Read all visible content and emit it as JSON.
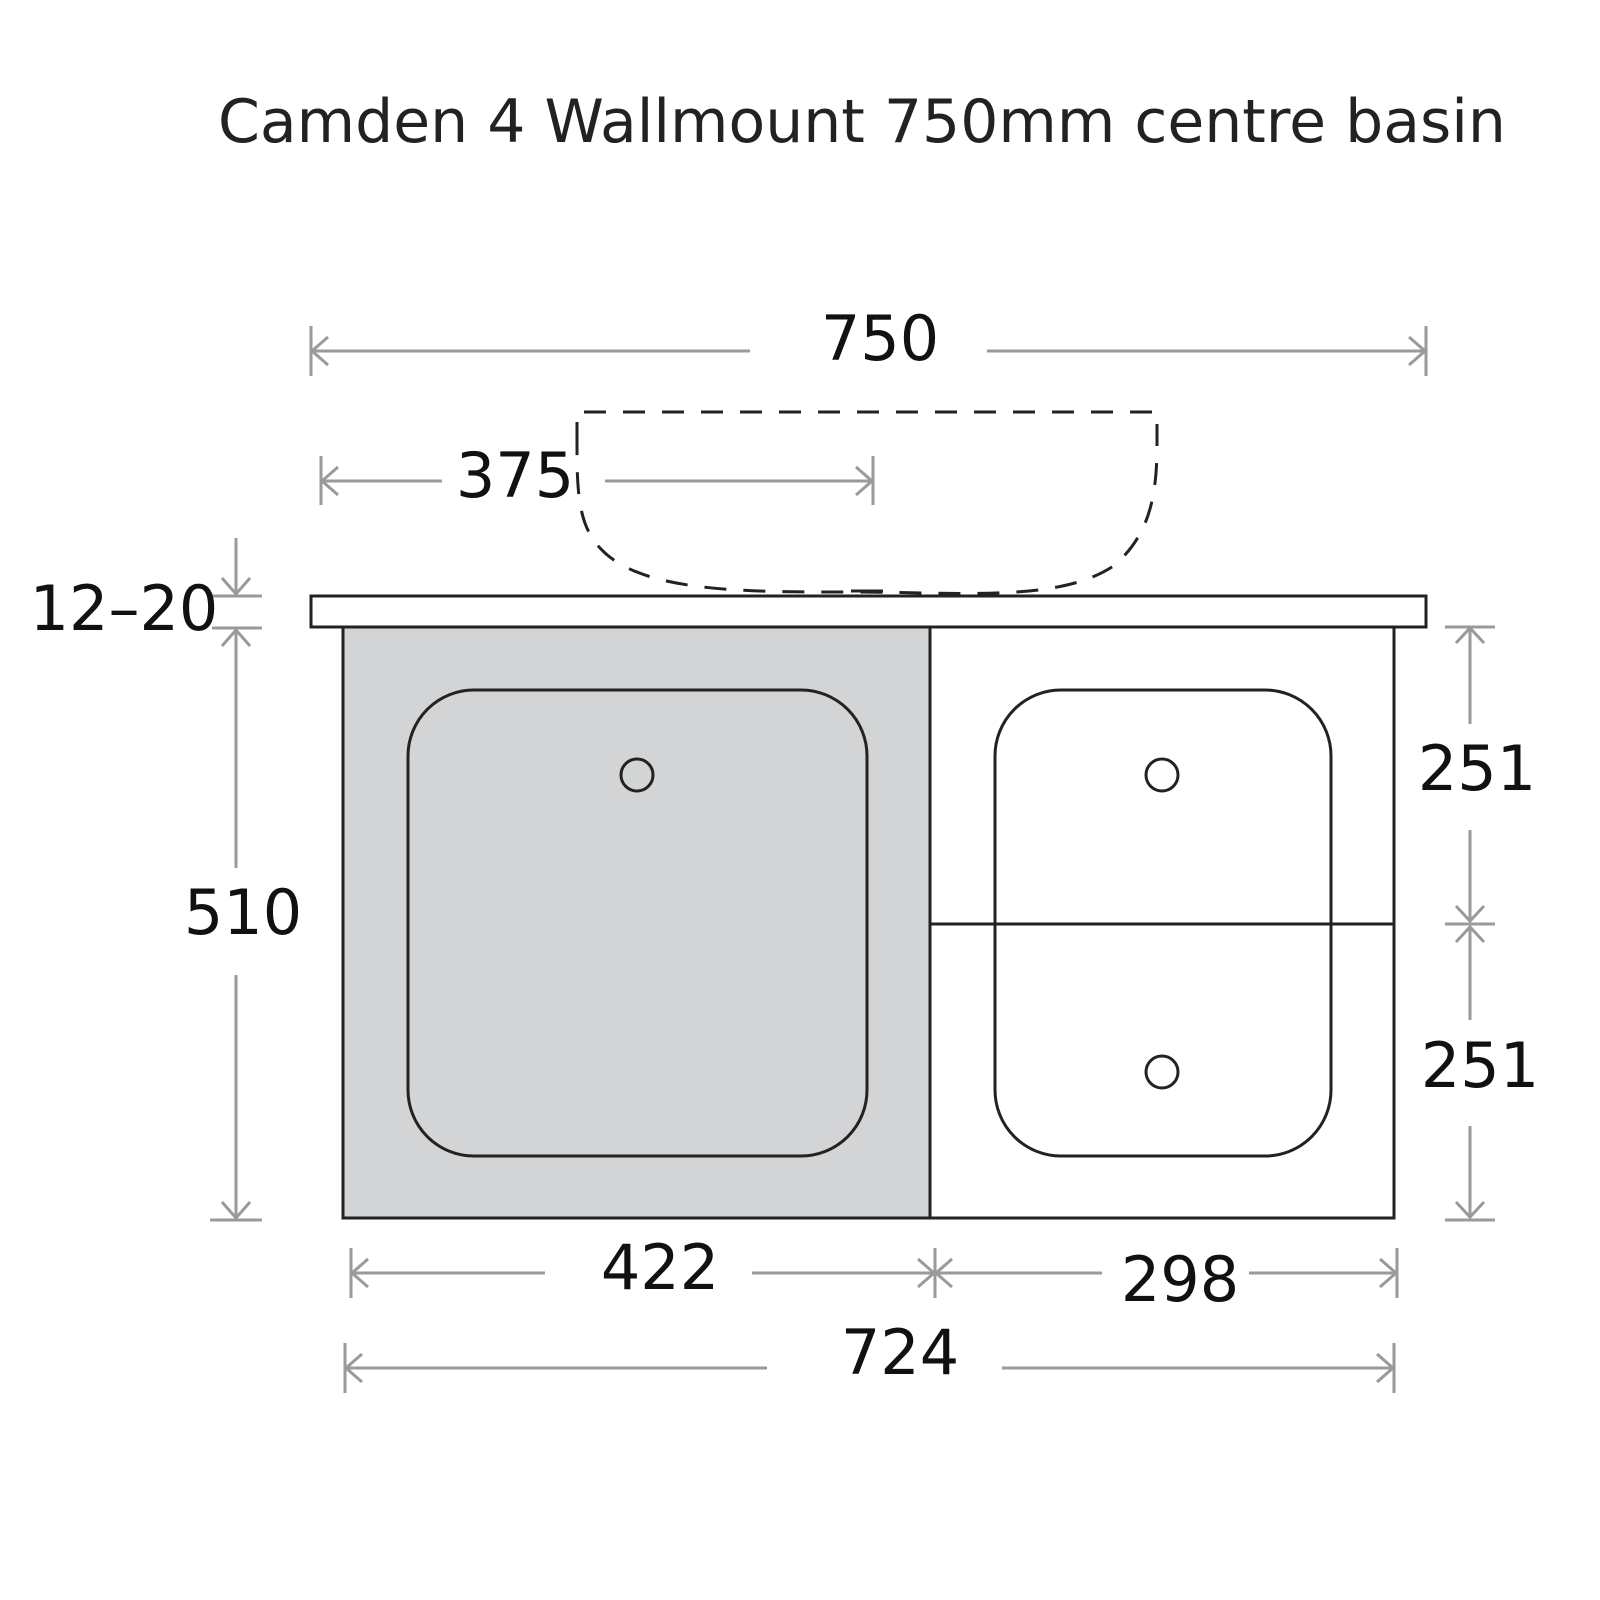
{
  "title": "Camden 4 Wallmount 750mm centre basin",
  "dimensions": {
    "overall_width": "750",
    "basin_centre": "375",
    "top_thickness": "12–20",
    "cabinet_height": "510",
    "drawer_top_height": "251",
    "drawer_bottom_height": "251",
    "door_width": "422",
    "drawer_width": "298",
    "cabinet_width": "724"
  },
  "colors": {
    "door_fill": "#d3d4d6",
    "outline": "#222222",
    "dimension_line": "#9a9a9a"
  }
}
